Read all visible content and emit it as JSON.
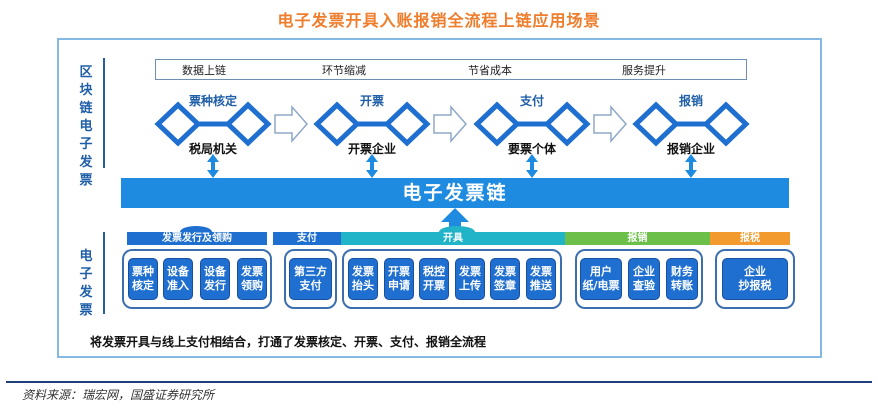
{
  "title": "电子发票开具入账报销全流程上链应用场景",
  "side_labels": {
    "top": "区块链电子发票",
    "bottom": "电子发票"
  },
  "benefits": [
    "数据上链",
    "环节缩减",
    "节省成本",
    "服务提升"
  ],
  "stages": [
    {
      "name": "票种核定",
      "actor": "税局机关"
    },
    {
      "name": "开票",
      "actor": "开票企业"
    },
    {
      "name": "支付",
      "actor": "要票个体"
    },
    {
      "name": "报销",
      "actor": "报销企业"
    }
  ],
  "chain_label": "电子发票链",
  "categories": [
    {
      "label": "发票发行及领购",
      "color": "#1f6fd0"
    },
    {
      "label": "支付",
      "color": "#1f6fd0"
    },
    {
      "label": "开具",
      "color": "#21b3c8"
    },
    {
      "label": "报销",
      "color": "#6cc04a"
    },
    {
      "label": "报税",
      "color": "#f29a2e"
    }
  ],
  "groups": [
    {
      "boxes": [
        "票种\n核定",
        "设备\n准入",
        "设备\n发行",
        "发票\n领购"
      ]
    },
    {
      "boxes": [
        "第三方\n支付"
      ]
    },
    {
      "boxes": [
        "发票\n抬头",
        "开票\n申请",
        "税控\n开票",
        "发票\n上传",
        "发票\n签章",
        "发票\n推送"
      ]
    },
    {
      "boxes": [
        "用户\n纸/电票",
        "企业\n查验",
        "财务\n转账"
      ]
    },
    {
      "boxes": [
        "企业\n抄报税"
      ]
    }
  ],
  "summary": "将发票开具与线上支付相结合，打通了发票核定、开票、支付、报销全流程",
  "source": "资料来源：瑞宏网，国盛证券研究所",
  "colors": {
    "chain_blue": "#1f8be0",
    "box_blue": "#1f6fd0",
    "frame": "#86b8e4",
    "title": "#ef7d2c"
  }
}
